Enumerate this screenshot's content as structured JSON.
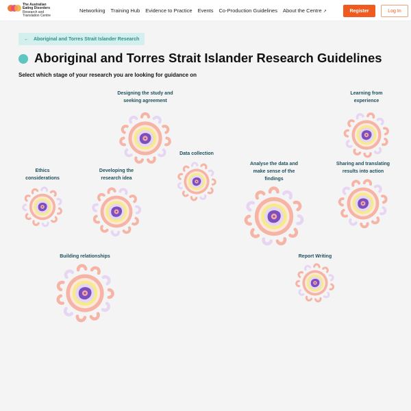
{
  "header": {
    "logo": {
      "line1": "The Australian",
      "line2": "Eating Disorders",
      "line3": "Research and",
      "line4": "Translation Centre"
    },
    "nav": [
      "Networking",
      "Training Hub",
      "Evidence to Practice",
      "Events",
      "Co-Production Guidelines",
      "About the Centre"
    ],
    "external_icon": "external-link-icon",
    "register_label": "Register",
    "login_label": "Log In"
  },
  "breadcrumb": {
    "label": "Aboriginal and Torres Strait Islander Research",
    "icon": "arrow-left-icon"
  },
  "page": {
    "title": "Aboriginal and Torres Strait Islander Research Guidelines",
    "subtitle": "Select which stage of your research you are looking for guidance on"
  },
  "stages": [
    {
      "label": "Designing the study and\nseeking agreement"
    },
    {
      "label": "Learning from\nexperience"
    },
    {
      "label": "Data collection"
    },
    {
      "label": "Ethics\nconsiderations"
    },
    {
      "label": "Developing the\nresearch idea"
    },
    {
      "label": "Analyse the data and\nmake sense of the\nfindings"
    },
    {
      "label": "Sharing and translating\nresults into action"
    },
    {
      "label": "Building relationships"
    },
    {
      "label": "Report Writing"
    }
  ],
  "colors": {
    "accent": "#ee5a20",
    "teal": "#5ec6c1",
    "salmon": "#f6b4a6",
    "lavender": "#e6d6f3",
    "yellow": "#f6ea8c",
    "purple": "#7a4fbf"
  }
}
